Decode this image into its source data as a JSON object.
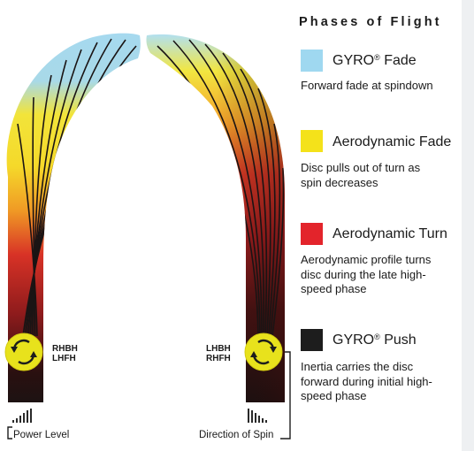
{
  "legend": {
    "title": "Phases of Flight",
    "phases": [
      {
        "name": "GYRO",
        "mark": "®",
        "suffix": " Fade",
        "color": "#9fd8f0",
        "description": "Forward fade at spindown"
      },
      {
        "name": "Aerodynamic Fade",
        "mark": "",
        "suffix": "",
        "color": "#f4e21a",
        "description": "Disc pulls out of turn as spin decreases"
      },
      {
        "name": "Aerodynamic Turn",
        "mark": "",
        "suffix": "",
        "color": "#e3242b",
        "description": "Aerodynamic profile turns disc during the late high-speed phase"
      },
      {
        "name": "GYRO",
        "mark": "®",
        "suffix": " Push",
        "color": "#1d1d1d",
        "description": "Inertia carries the disc forward during initial high-speed phase"
      }
    ]
  },
  "left_path": {
    "throw_labels": [
      "RHBH",
      "LHFH"
    ],
    "spin_icon": "counter-clockwise-arrows-icon",
    "bars_icon": "ascending-bars-icon",
    "caption": "Power Level"
  },
  "right_path": {
    "throw_labels": [
      "LHBH",
      "RHFH"
    ],
    "spin_icon": "clockwise-arrows-icon",
    "bars_icon": "descending-bars-icon",
    "caption": "Direction of Spin"
  },
  "colors": {
    "sky": "#9fd8f0",
    "yellow": "#f4e21a",
    "orange": "#f08a1e",
    "red": "#d8232a",
    "dark": "#1d1212",
    "disc": "#e8e21c"
  }
}
